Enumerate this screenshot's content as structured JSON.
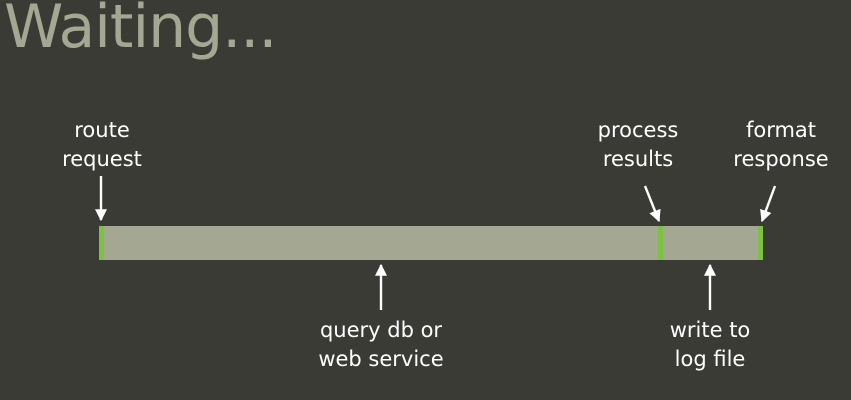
{
  "slide": {
    "title": "Waiting..."
  },
  "diagram": {
    "labels": {
      "route_request": [
        "route",
        "request"
      ],
      "process_results": [
        "process",
        "results"
      ],
      "format_response": [
        "format",
        "response"
      ],
      "query_db": [
        "query db or",
        "web service"
      ],
      "write_log": [
        "write to",
        "log file"
      ]
    },
    "colors": {
      "background": "#3b3b35",
      "title": "#a4a892",
      "bar": "#a4a892",
      "tick": "#7cc242",
      "text": "#ffffff",
      "arrow": "#ffffff"
    }
  }
}
